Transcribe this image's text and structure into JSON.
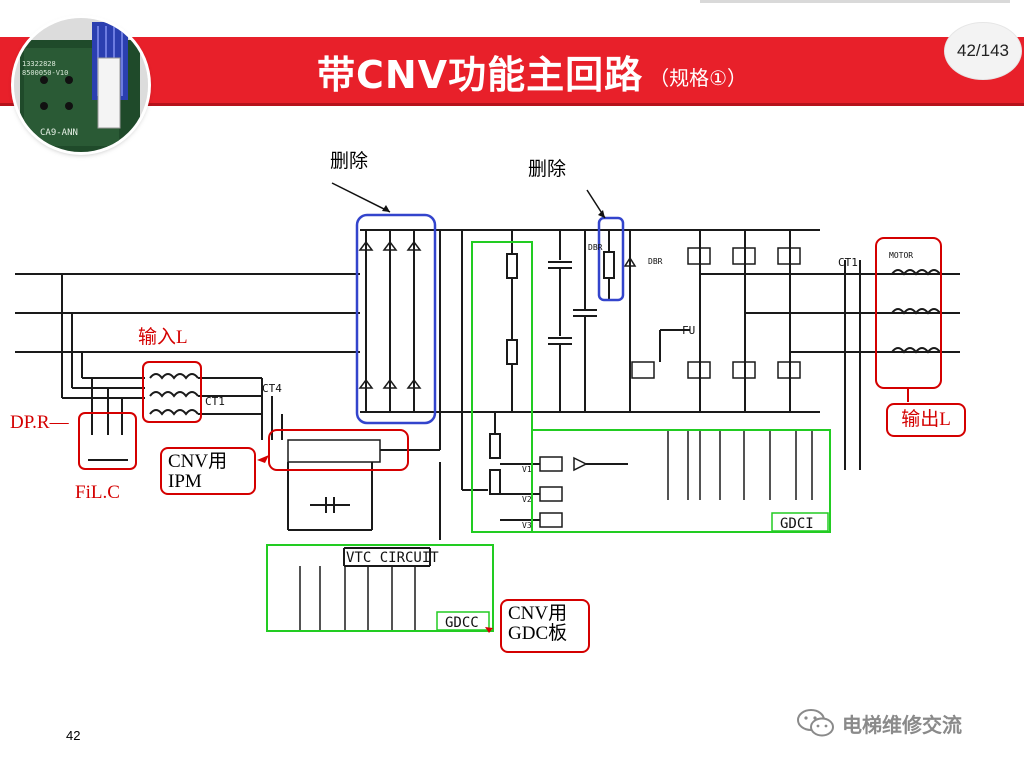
{
  "page_indicator": "42/143",
  "title": {
    "main": "带CNV功能主回路",
    "sub": "（规格①）"
  },
  "labels": {
    "delete_left": "删除",
    "delete_right": "删除",
    "input_l": "输入L",
    "output_l": "输出L",
    "dp_r": "DP.R—",
    "fil_c": "FiL.C",
    "cnv_ipm": "CNV用\nIPM",
    "cnv_gdc": "CNV用\nGDC板"
  },
  "diagram_text": {
    "ct1": "CT1",
    "ct4": "CT4",
    "ct1_out": "CT1",
    "dbr": "DBR",
    "dbr2": "DBR",
    "fu": "FU",
    "vtc": "VTC CIRCUIT",
    "gdc1": "GDCI",
    "gdcc": "GDCC",
    "motor": "MOTOR",
    "v1": "V1",
    "v2": "V2",
    "v3": "V3"
  },
  "photo_text": {
    "line1": "13322828",
    "line2": "8500050-V10",
    "line3": "CA9-ANN"
  },
  "footer_page_number": "42",
  "watermark": "电梯维修交流",
  "colors": {
    "banner": "#e8202a",
    "callout_border": "#d40000",
    "blue_box": "#3344cc",
    "green_box": "#22cc22"
  }
}
